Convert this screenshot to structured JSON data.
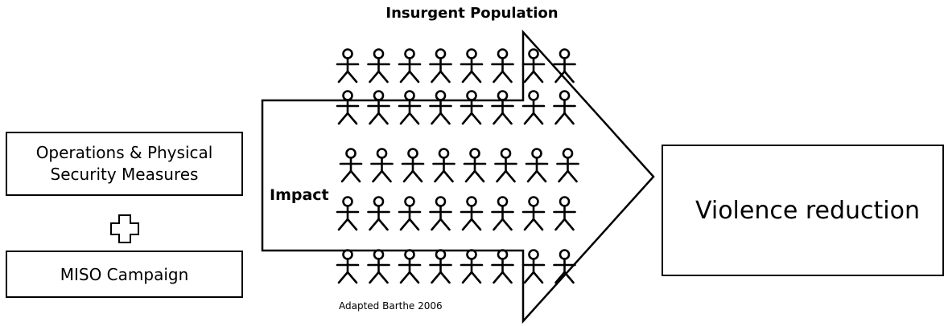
{
  "title": "Insurgent Population",
  "left_boxes": {
    "operations": "Operations & Physical Security Measures",
    "operations_line1": "Operations & Physical",
    "operations_line2": "Security Measures",
    "miso": "MISO Campaign"
  },
  "plus_symbol": "plus-icon",
  "arrow_label": "Impact",
  "result_box": "Violence reduction",
  "source_note": "Adapted Barthe 2006",
  "figure_icon": "stick-figure-icon",
  "figure_rows": [
    8,
    8,
    8,
    8,
    8
  ]
}
